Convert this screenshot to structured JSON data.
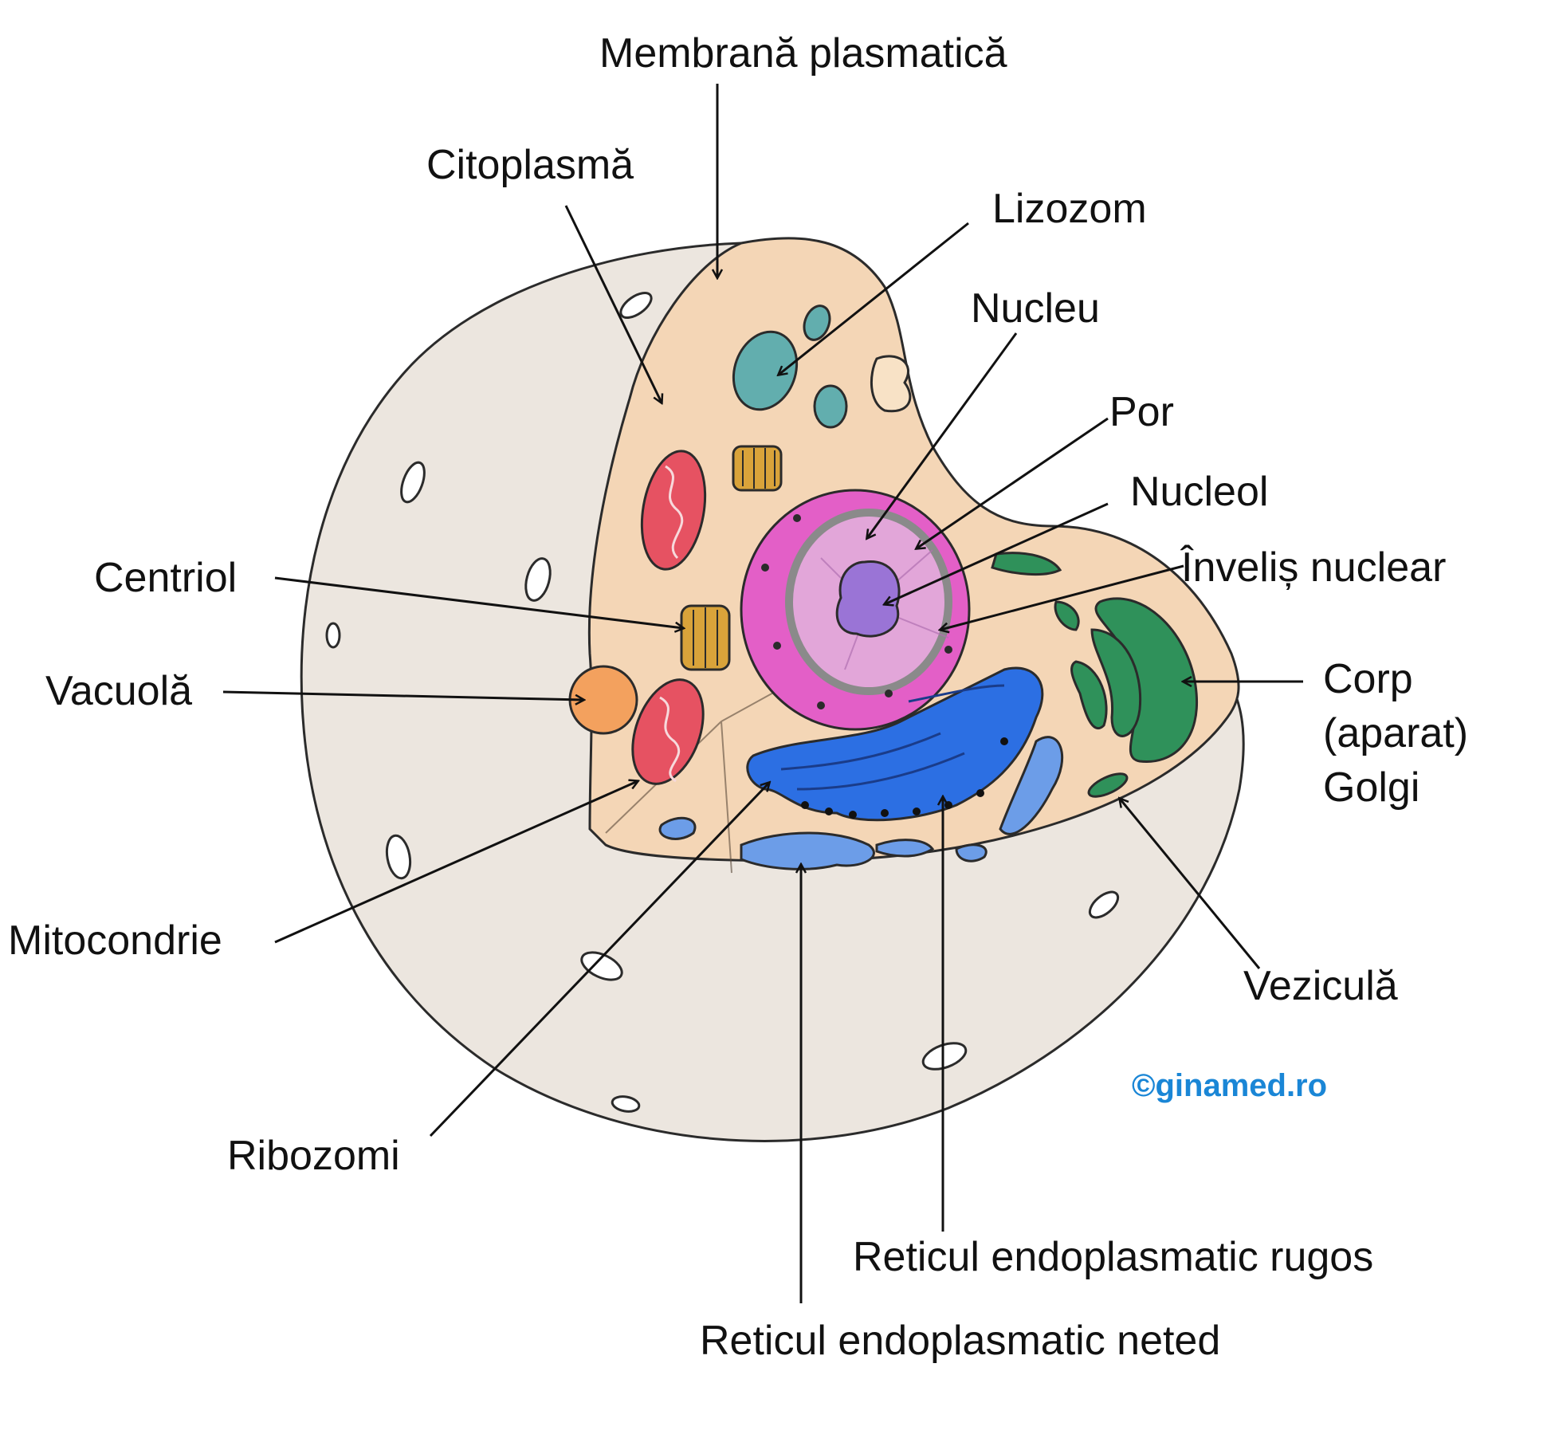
{
  "labels": {
    "membrana": "Membrană plasmatică",
    "citoplasma": "Citoplasmă",
    "lizozom": "Lizozom",
    "nucleu": "Nucleu",
    "por": "Por",
    "nucleol": "Nucleol",
    "invelis": "Înveliș nuclear",
    "centriol": "Centriol",
    "vacuola": "Vacuolă",
    "corp_line1": "Corp",
    "corp_line2": "(aparat)",
    "corp_line3": "Golgi",
    "mitocondrie": "Mitocondrie",
    "vezicula": "Veziculă",
    "ribozomi": "Ribozomi",
    "rer": "Reticul endoplasmatic rugos",
    "ser": "Reticul endoplasmatic neted"
  },
  "copyright": "©ginamed.ro",
  "colors": {
    "cell_outer": "#ece6df",
    "cytoplasm": "#f4d6b6",
    "nucleus": "#e35fc7",
    "nucleus_inner": "#e2a6d9",
    "nucleolus": "#9a74d6",
    "mitochondria": "#e65262",
    "lysosome": "#62aeae",
    "golgi": "#2f915a",
    "rough_er": "#2c6fe3",
    "smooth_er": "#6c9de8",
    "vacuole": "#f3a15e",
    "centriole": "#d9a33a",
    "copyright": "#1a86d6"
  }
}
